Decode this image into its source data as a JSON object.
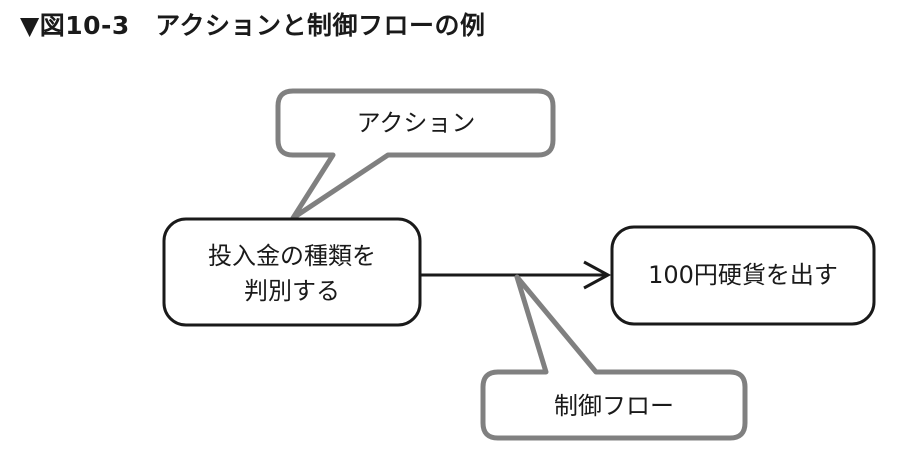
{
  "figure": {
    "title": "▼図10-3　アクションと制御フローの例"
  },
  "nodes": {
    "action": {
      "line1": "投入金の種類を",
      "line2": "判別する"
    },
    "target": {
      "label": "100円硬貨を出す"
    }
  },
  "callouts": {
    "action_label": "アクション",
    "flow_label": "制御フロー"
  },
  "colors": {
    "node_border": "#1a1a1a",
    "callout_border": "#808080",
    "text": "#1a1a1a",
    "background": "#ffffff"
  }
}
